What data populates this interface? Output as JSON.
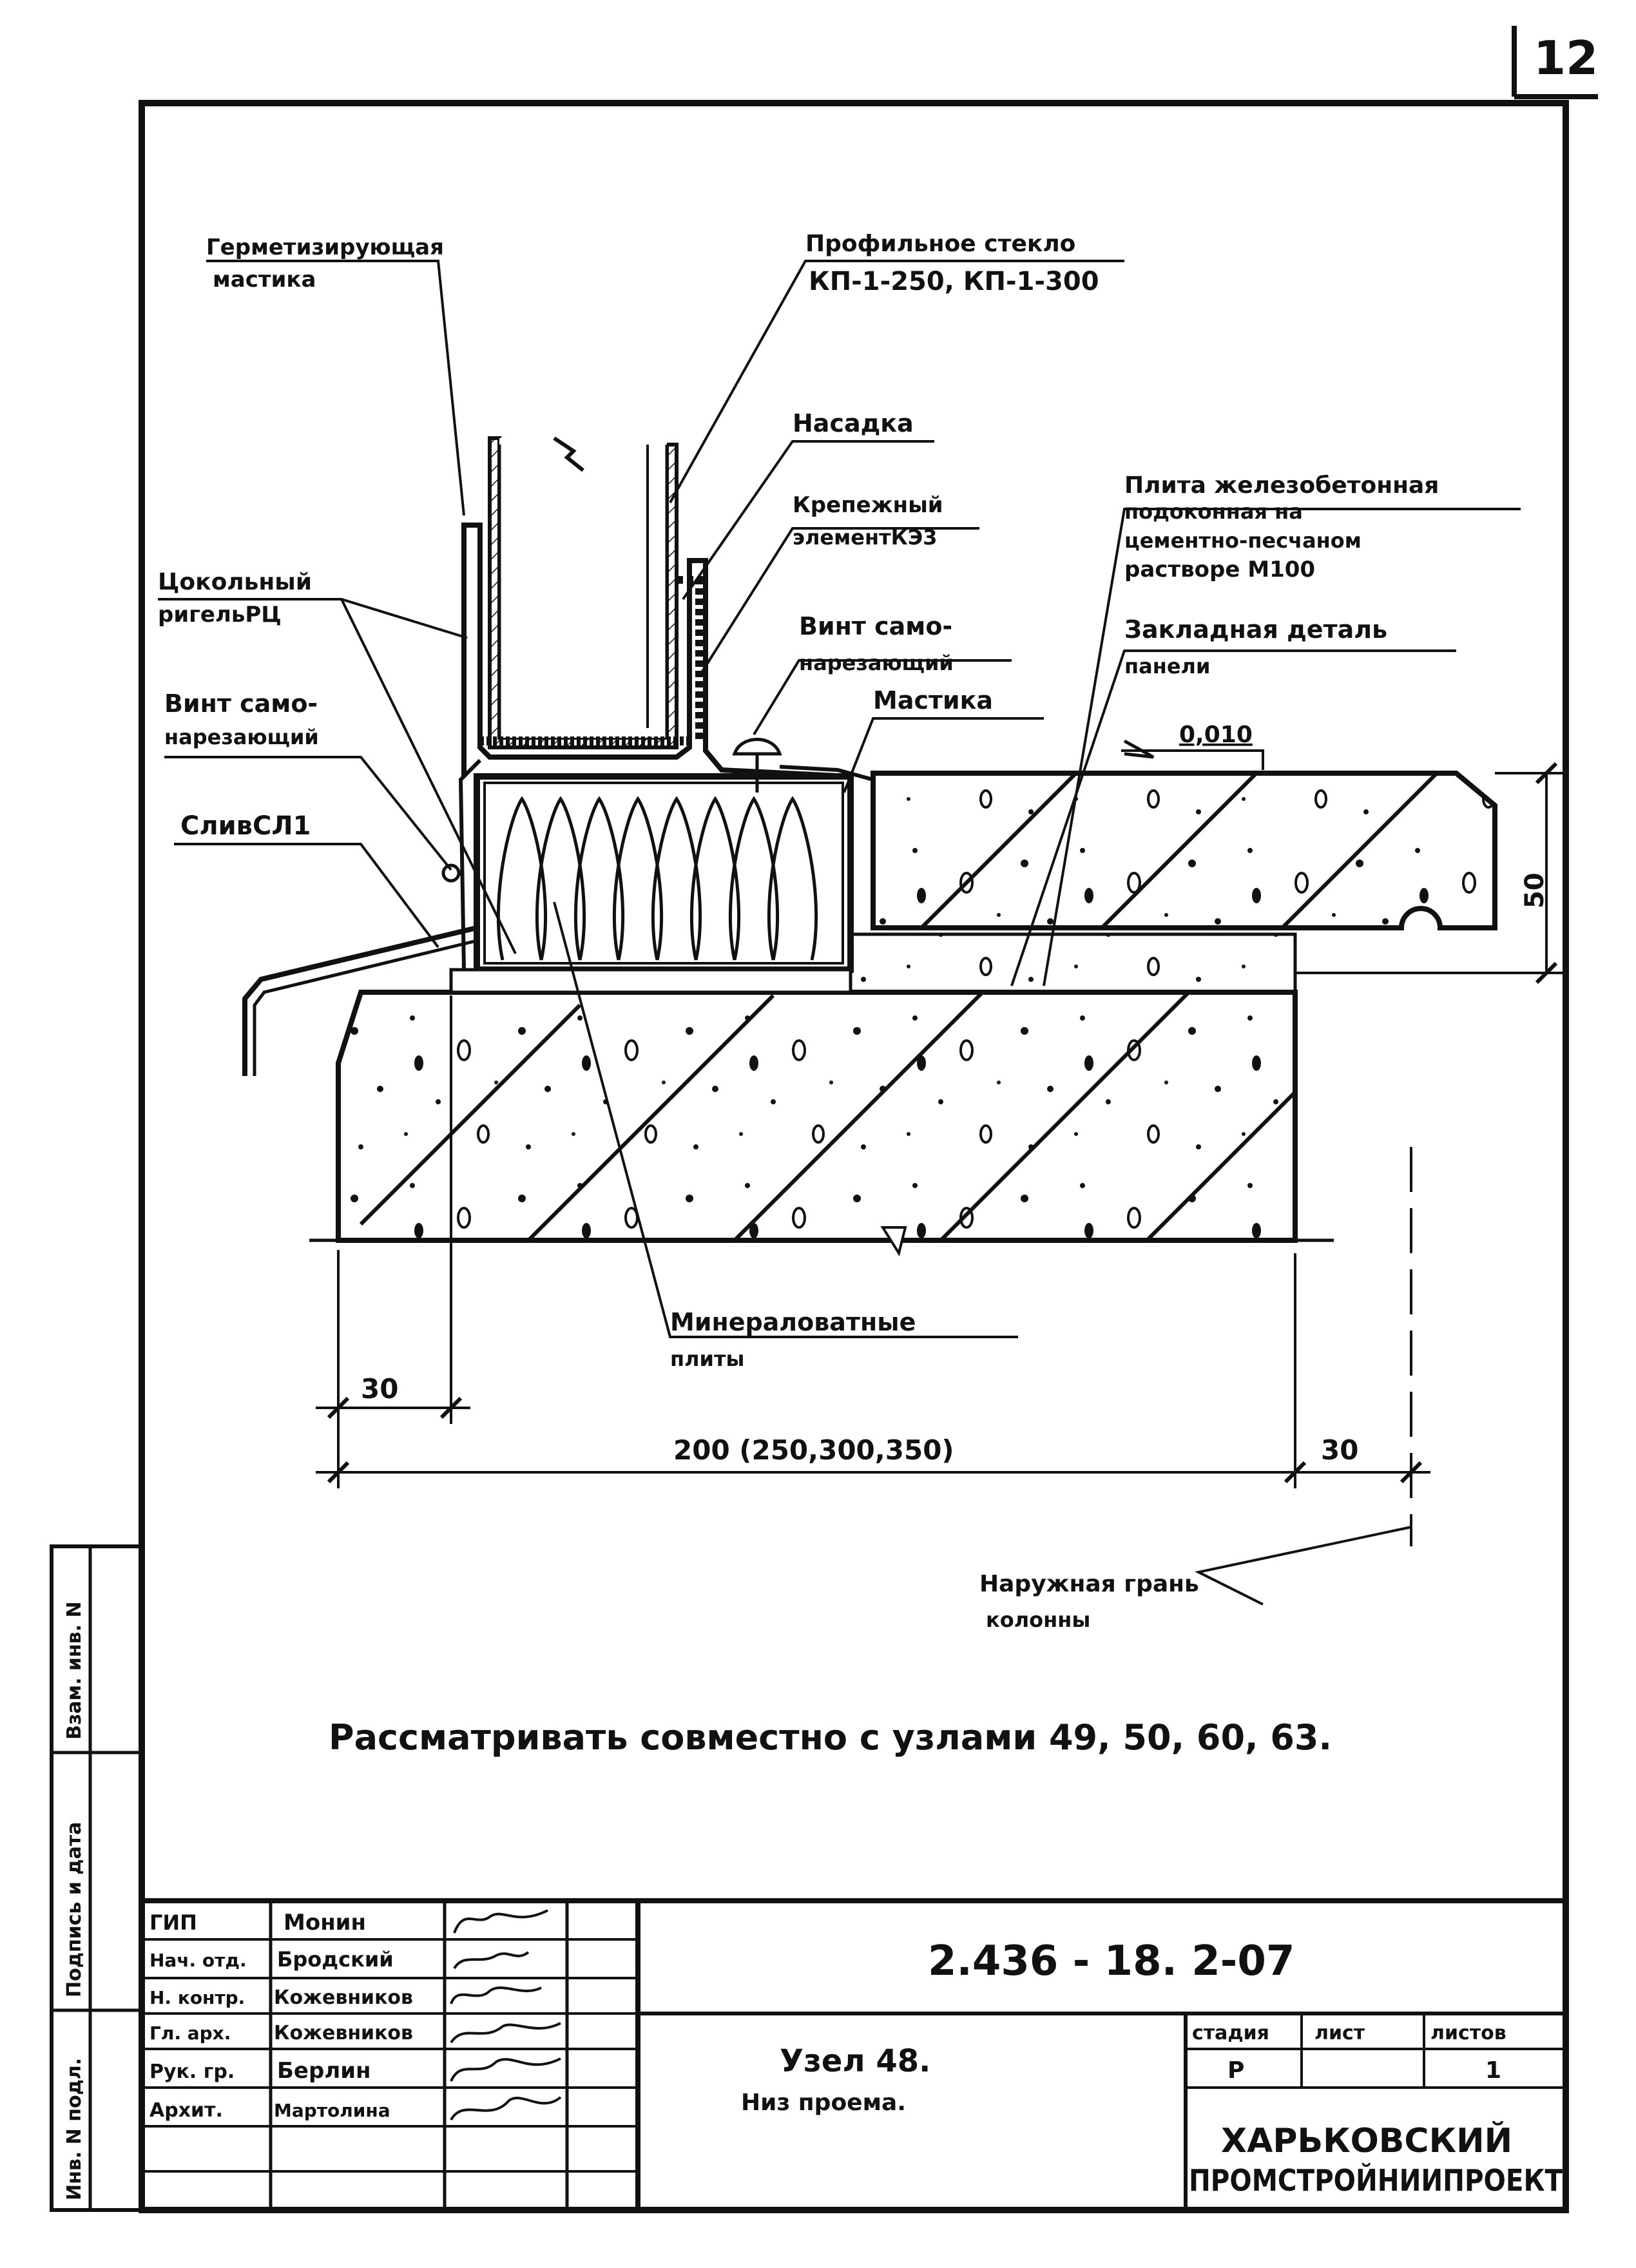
{
  "sheet": {
    "number": "12"
  },
  "labels": {
    "mastic_top_1": "Герметизирующая",
    "mastic_top_2": "мастика",
    "glass_1": "Профильное стекло",
    "glass_2": "КП-1-250, КП-1-300",
    "nasadka": "Насадка",
    "fastener_1": "Крепежный",
    "fastener_2": "элементКЭ3",
    "slab_1": "Плита железобетонная",
    "slab_2": "подоконная на",
    "slab_3": "цементно-песчаном",
    "slab_4": "растворе М100",
    "girder_1": "Цокольный",
    "girder_2": "ригельРЦ",
    "screw_right_1": "Винт само-",
    "screw_right_2": "нарезающий",
    "embedded_1": "Закладная деталь",
    "embedded_2": "панели",
    "screw_left_1": "Винт само-",
    "screw_left_2": "нарезающий",
    "mastic_right": "Мастика",
    "slope": "0,010",
    "flashing": "СливСЛ1",
    "dim_50": "50",
    "mineral_1": "Минераловатные",
    "mineral_2": "плиты",
    "dim_30_left": "30",
    "dim_200": "200 (250,300,350)",
    "dim_30_right": "30",
    "column_1": "Наружная грань",
    "column_2": "колонны"
  },
  "note": "Рассматривать совместно с узлами 49, 50, 60, 63.",
  "side_stamp": {
    "inv_orig": "Инв. N подл.",
    "sign_date": "Подпись и дата",
    "inv_replace": "Взам. инв. N"
  },
  "title_block": {
    "doc_code": "2.436 - 18. 2-07",
    "node_title": "Узел 48.",
    "node_subtitle": "Низ проема.",
    "stage_header": "стадия",
    "sheet_header": "лист",
    "sheets_header": "листов",
    "stage_value": "Р",
    "sheet_value": "",
    "sheets_value": "1",
    "org_1": "ХАРЬКОВСКИЙ",
    "org_2": "ПРОМСТРОЙНИИПРОЕКТ",
    "people": [
      {
        "role": "ГИП",
        "name": "Монин"
      },
      {
        "role": "Нач. отд.",
        "name": "Бродский"
      },
      {
        "role": "Н. контр.",
        "name": "Кожевников"
      },
      {
        "role": "Гл. арх.",
        "name": "Кожевников"
      },
      {
        "role": "Рук. гр.",
        "name": "Берлин"
      },
      {
        "role": "Архит.",
        "name": "Мартолина"
      }
    ]
  }
}
